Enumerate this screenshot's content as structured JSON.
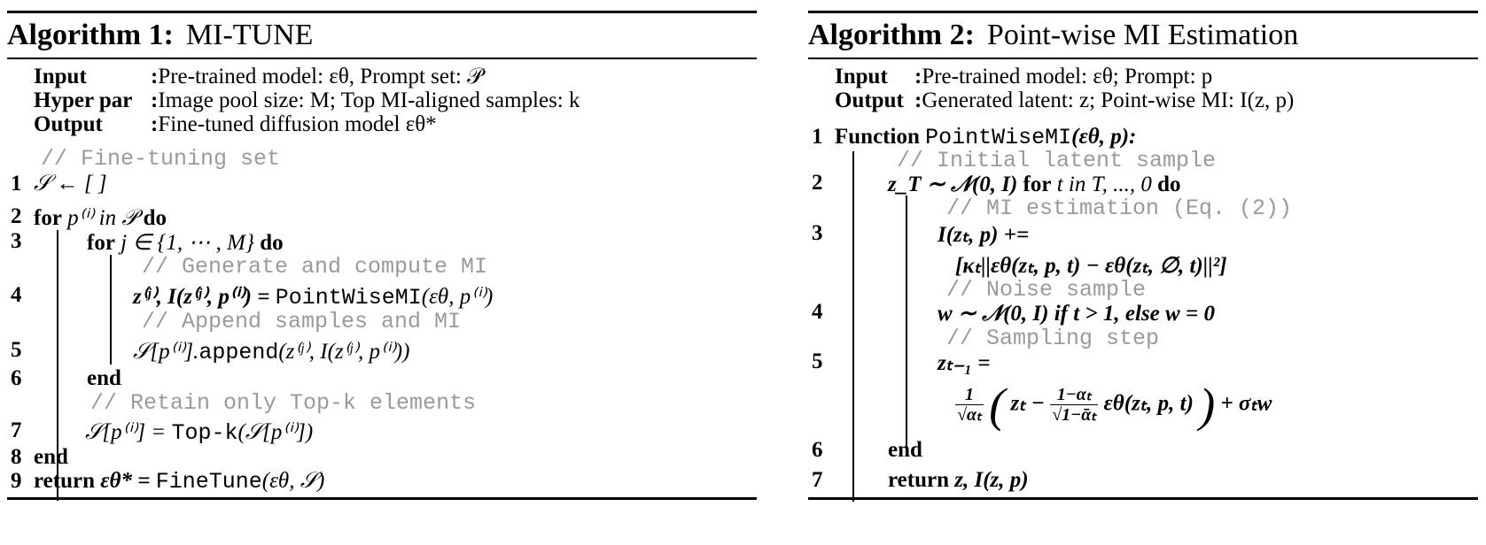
{
  "alg1": {
    "label": "Algorithm 1:",
    "name": "MI-TUNE",
    "input_label": "Input",
    "input_value": "Pre-trained model: εθ, Prompt set: 𝒫",
    "hyper_label": "Hyper par",
    "hyper_value": "Image pool size: M; Top MI-aligned samples: k",
    "output_label": "Output",
    "output_value": "Fine-tuned diffusion model εθ*",
    "lines": {
      "c0": "// Fine-tuning set",
      "l1": "𝒮 ← [ ]",
      "l2_kw": "for",
      "l2_mid": "p⁽ⁱ⁾ in 𝒫",
      "l2_do": "do",
      "l3_kw": "for",
      "l3_mid": "j ∈ {1, ⋯ , M}",
      "l3_do": "do",
      "c1": "// Generate and compute MI",
      "l4_math": "z⁽ʲ⁾, I(z⁽ʲ⁾, p⁽ⁱ⁾) = ",
      "l4_fn": "PointWiseMI",
      "l4_args": "(εθ, p⁽ⁱ⁾)",
      "c2": "// Append samples and MI",
      "l5_math": "𝒮[p⁽ⁱ⁾].",
      "l5_fn": "append",
      "l5_args": "(z⁽ʲ⁾, I(z⁽ʲ⁾, p⁽ⁱ⁾))",
      "l6": "end",
      "c3": "// Retain only Top-k elements",
      "l7_math": "𝒮[p⁽ⁱ⁾] = ",
      "l7_fn": "Top-k",
      "l7_args": "(𝒮[p⁽ⁱ⁾])",
      "l8": "end",
      "l9_kw": "return",
      "l9_math": "εθ* = ",
      "l9_fn": "FineTune",
      "l9_args": "(εθ, 𝒮)"
    },
    "numbers": [
      "1",
      "2",
      "3",
      "4",
      "5",
      "6",
      "7",
      "8",
      "9"
    ]
  },
  "alg2": {
    "label": "Algorithm 2:",
    "name": "Point-wise MI Estimation",
    "input_label": "Input",
    "input_value": "Pre-trained model: εθ; Prompt: p",
    "output_label": "Output",
    "output_value": "Generated latent: z; Point-wise MI: I(z, p)",
    "lines": {
      "l1_kw": "Function",
      "l1_fn": "PointWiseMI",
      "l1_args": "(εθ, p):",
      "c0": "// Initial latent sample",
      "l2_math": "z_T ∼ 𝒩(0, I)",
      "l2_kw": "for",
      "l2_mid": "t in T, ..., 0",
      "l2_do": "do",
      "c1": "// MI estimation (Eq. (2))",
      "l3a": "I(zₜ, p) +=",
      "l3b": "[κₜ||εθ(zₜ, p, t) − εθ(zₜ, ∅, t)||²]",
      "c2": "// Noise sample",
      "l4": "w ∼ 𝒩(0, I) if t > 1, else w = 0",
      "c3": "// Sampling step",
      "l5a": "zₜ₋₁ =",
      "l5_f1_num": "1",
      "l5_f1_den": "√αₜ",
      "l5_mid": "zₜ −",
      "l5_f2_num": "1−αₜ",
      "l5_f2_den": "√1−ᾱₜ",
      "l5_tail": "εθ(zₜ, p, t)",
      "l5_end": "+ σₜw",
      "l6": "end",
      "l7_kw": "return",
      "l7_math": "z, I(z, p)"
    },
    "numbers": [
      "1",
      "2",
      "3",
      "4",
      "5",
      "6",
      "7"
    ]
  }
}
